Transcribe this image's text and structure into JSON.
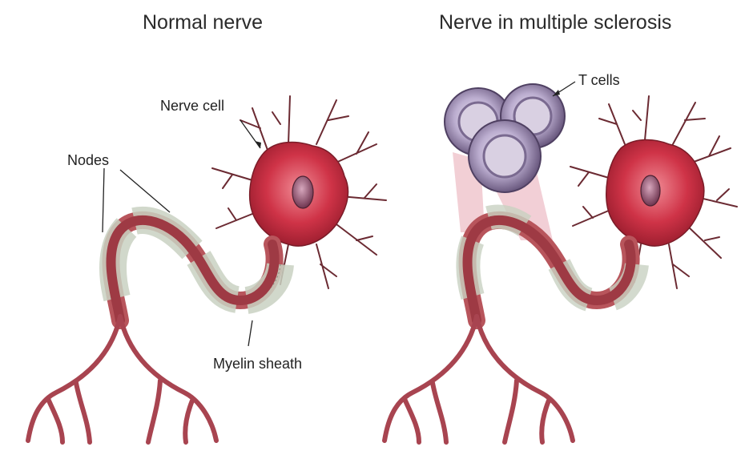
{
  "titles": {
    "left": "Normal nerve",
    "right": "Nerve in multiple sclerosis"
  },
  "labels": {
    "nerve_cell": "Nerve cell",
    "nodes": "Nodes",
    "myelin_sheath": "Myelin sheath",
    "t_cells": "T cells"
  },
  "colors": {
    "cell_body": "#c8283c",
    "axon": "#b8555c",
    "myelin": "#c9d2c2",
    "nucleus": "#8a4a62",
    "t_cell": "#b8a8c6",
    "t_cell_dark": "#6e5d80",
    "inflammation": "#e8a8b4"
  }
}
